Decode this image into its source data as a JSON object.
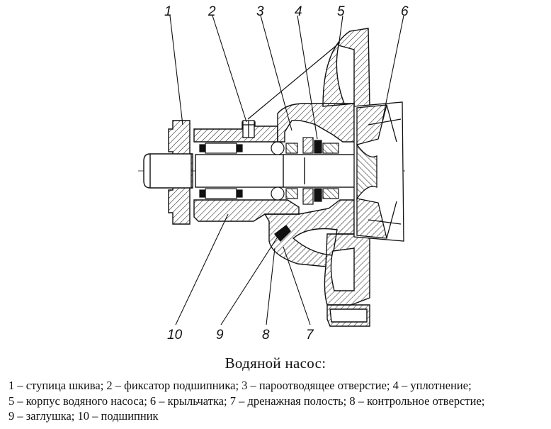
{
  "callouts": [
    {
      "num": "1",
      "text": "1"
    },
    {
      "num": "2",
      "text": "2"
    },
    {
      "num": "3",
      "text": "3"
    },
    {
      "num": "4",
      "text": "4"
    },
    {
      "num": "5",
      "text": "5"
    },
    {
      "num": "6",
      "text": "6"
    },
    {
      "num": "10",
      "text": "10"
    },
    {
      "num": "9",
      "text": "9"
    },
    {
      "num": "8",
      "text": "8"
    },
    {
      "num": "7",
      "text": "7"
    }
  ],
  "caption": {
    "title": "Водяной насос:",
    "lines": [
      "1 – ступица шкива; 2 – фиксатор подшипника; 3 – пароотводящее отверстие; 4 – уплотнение;",
      "5 – корпус водяного насоса; 6 – крыльчатка; 7 – дренажная полость; 8 – контрольное отверстие;",
      "9 – заглушка; 10 – подшипник"
    ]
  },
  "colors": {
    "line": "#111111",
    "hatch": "#222222",
    "paper": "#ffffff"
  }
}
